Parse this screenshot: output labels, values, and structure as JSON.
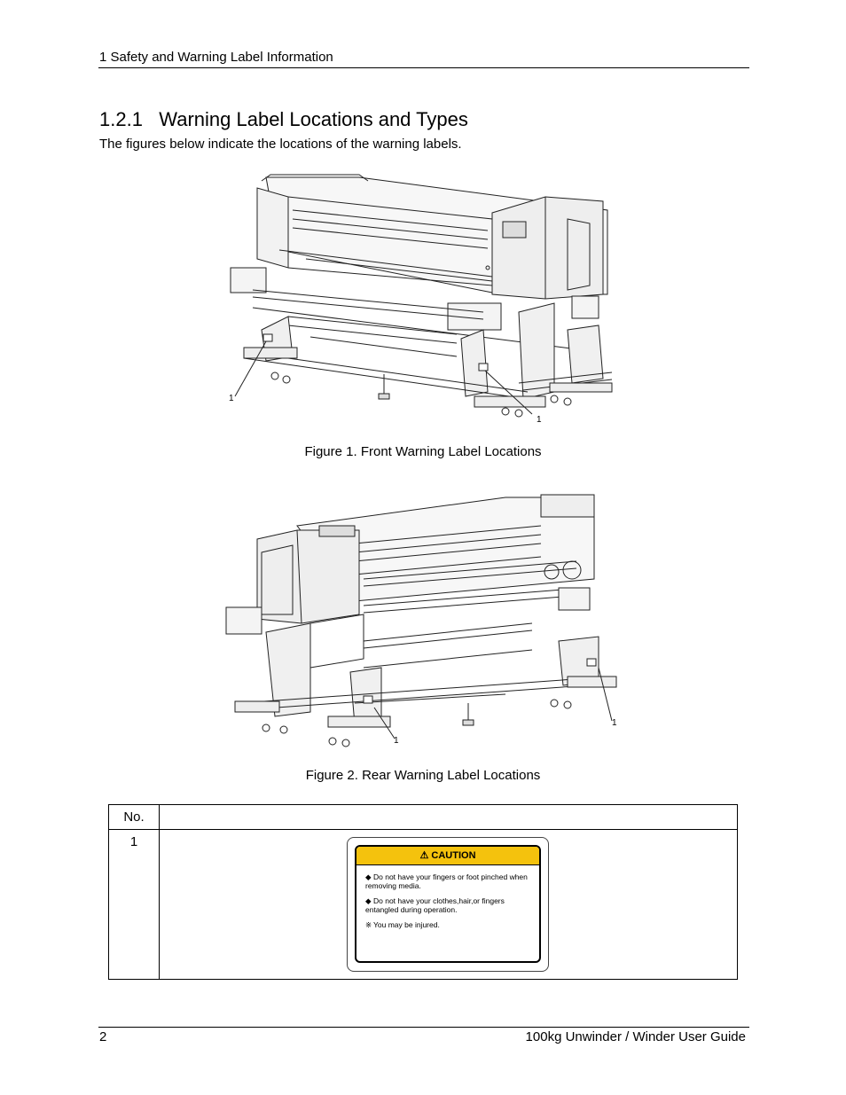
{
  "header": {
    "section": "1 Safety and Warning Label Information"
  },
  "section": {
    "title": "1.2.1   Warning Label Locations and Types",
    "intro": "The figures below indicate the locations of the warning labels."
  },
  "figures": [
    {
      "caption": "Figure 1. Front Warning Label Locations",
      "callouts": [
        "1",
        "1"
      ]
    },
    {
      "caption": "Figure 2. Rear Warning Label Locations",
      "callouts": [
        "1",
        "1"
      ]
    }
  ],
  "table": {
    "header_no": "No.",
    "rows": [
      {
        "no": "1",
        "label": {
          "heading": "CAUTION",
          "lines": [
            "Do not have your fingers or foot pinched when removing media.",
            "Do not have your clothes,hair,or fingers entangled during operation.",
            "You may be injured."
          ],
          "colors": {
            "header": "#f4c20d"
          }
        }
      }
    ]
  },
  "footer": {
    "page": "2",
    "doc_title": "100kg Unwinder / Winder User Guide"
  }
}
